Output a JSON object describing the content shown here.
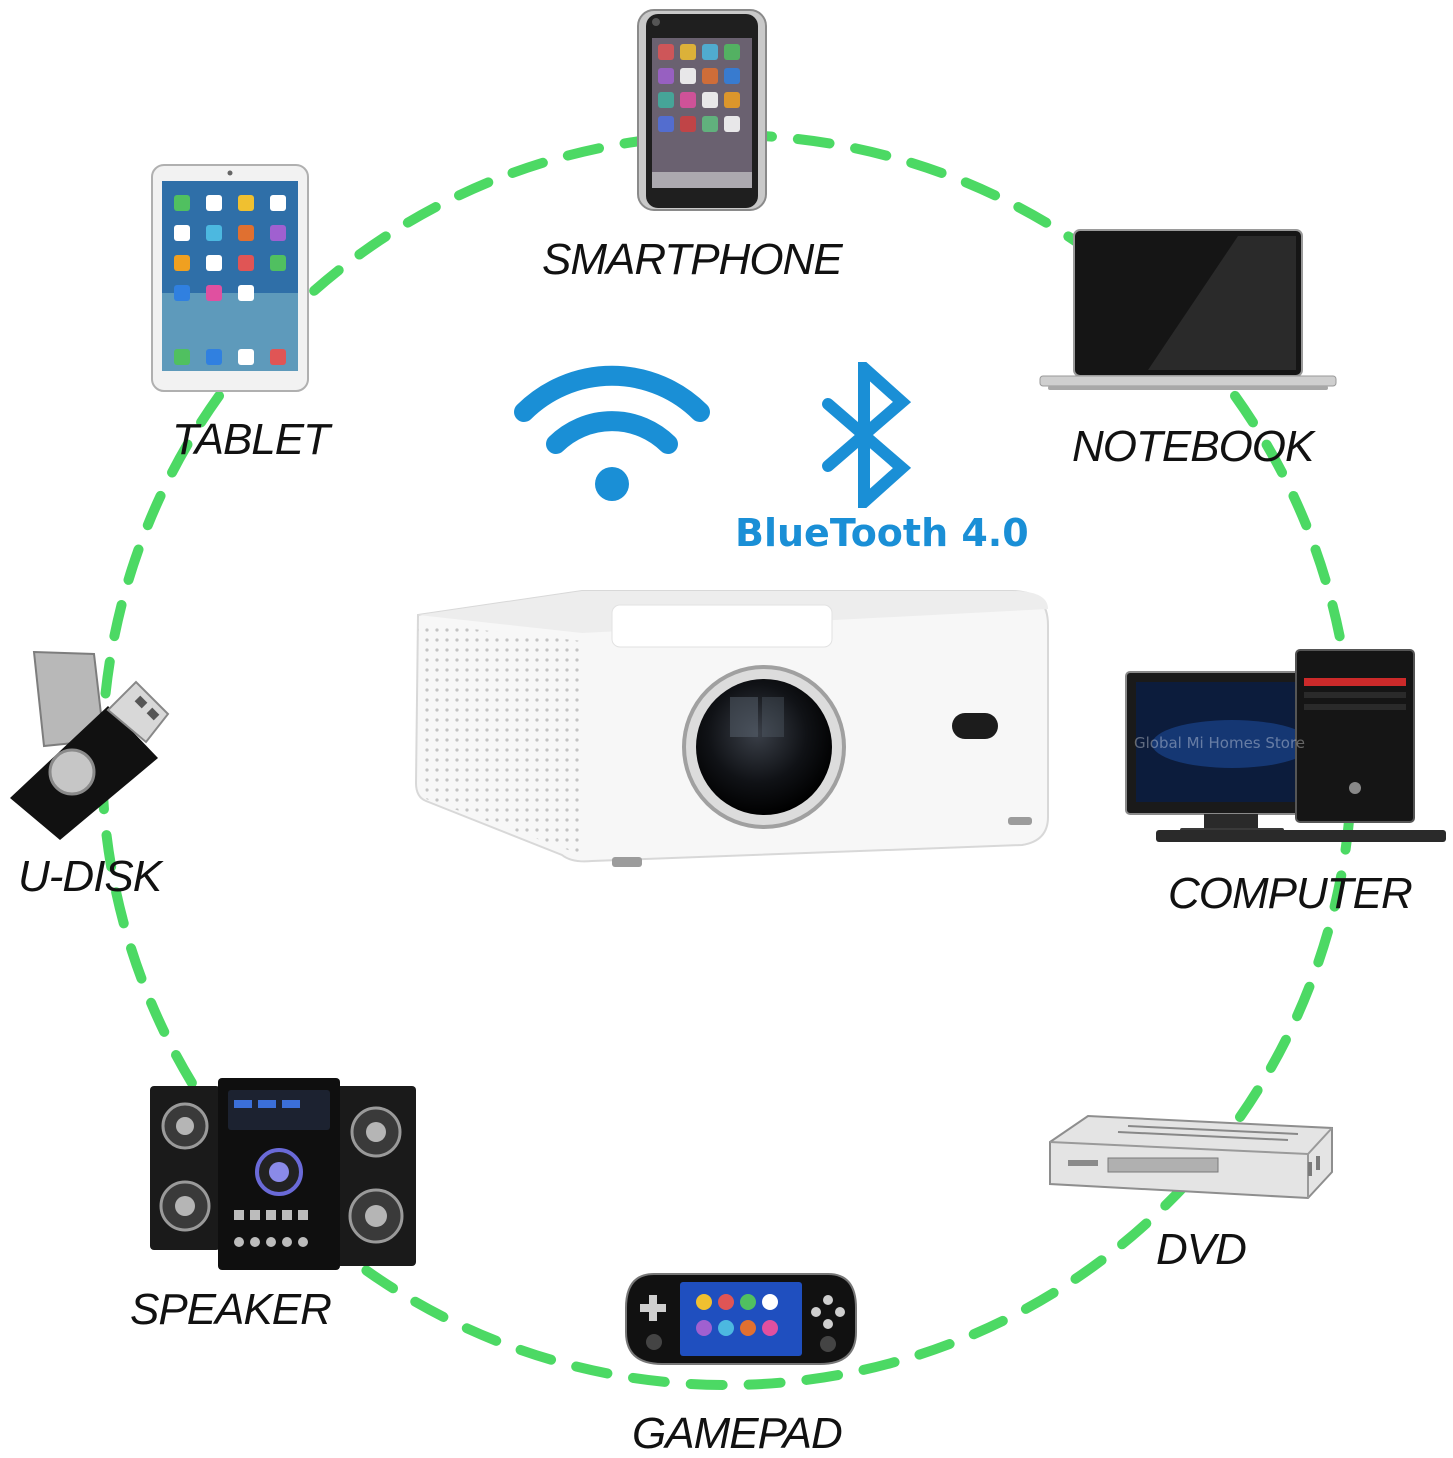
{
  "colors": {
    "ring": "#4cd964",
    "accent": "#1a8fd6",
    "label": "#111111"
  },
  "connectivity": {
    "wifi_icon": "wifi-icon",
    "bluetooth_icon": "bluetooth-icon",
    "bluetooth_label": "BlueTooth 4.0"
  },
  "center": {
    "icon": "projector-icon"
  },
  "devices": {
    "smartphone": {
      "label": "SMARTPHONE",
      "icon": "smartphone-icon"
    },
    "notebook": {
      "label": "NOTEBOOK",
      "icon": "laptop-icon"
    },
    "computer": {
      "label": "COMPUTER",
      "icon": "desktop-computer-icon",
      "screen_text": "Global Mi Homes Store"
    },
    "dvd": {
      "label": "DVD",
      "icon": "dvd-player-icon"
    },
    "gamepad": {
      "label": "GAMEPAD",
      "icon": "handheld-console-icon"
    },
    "speaker": {
      "label": "SPEAKER",
      "icon": "speaker-system-icon"
    },
    "udisk": {
      "label": "U-DISK",
      "icon": "usb-drive-icon"
    },
    "tablet": {
      "label": "TABLET",
      "icon": "tablet-icon"
    }
  }
}
